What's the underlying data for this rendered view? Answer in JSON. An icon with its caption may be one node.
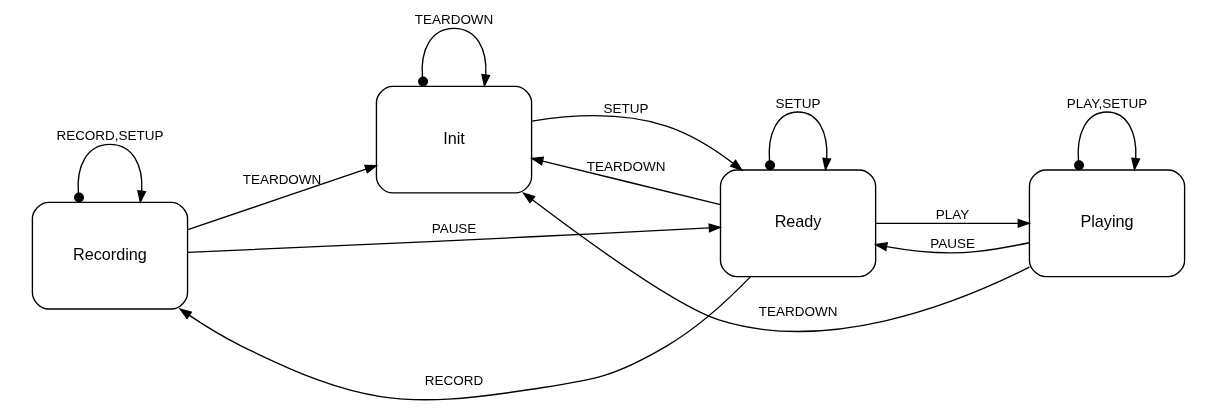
{
  "diagram": {
    "nodes": [
      {
        "text": [
          "Recording"
        ]
      },
      {
        "text": [
          "Init"
        ]
      },
      {
        "text": [
          "Ready"
        ]
      },
      {
        "text": [
          "Playing"
        ]
      }
    ],
    "edges": [
      {
        "from": 2,
        "to": 0,
        "arrow": "to",
        "label": "RECORD"
      },
      {
        "from": 0,
        "to": 0,
        "arrow": "to",
        "label": "RECORD,SETUP"
      },
      {
        "from": 0,
        "to": 1,
        "arrow": "to",
        "label": "TEARDOWN"
      },
      {
        "from": 1,
        "to": 2,
        "arrow": "to",
        "label": "SETUP"
      },
      {
        "from": 2,
        "to": 3,
        "arrow": "to",
        "label": "PLAY"
      },
      {
        "from": 2,
        "to": 1,
        "arrow": "to",
        "label": "TEARDOWN"
      },
      {
        "from": 3,
        "to": 2,
        "arrow": "to",
        "label": "PAUSE"
      },
      {
        "from": 3,
        "to": 3,
        "arrow": "to",
        "label": "PLAY,SETUP"
      },
      {
        "from": 1,
        "to": 1,
        "arrow": "to",
        "label": "TEARDOWN"
      },
      {
        "from": 2,
        "to": 2,
        "arrow": "to",
        "label": "SETUP"
      },
      {
        "from": 0,
        "to": 2,
        "arrow": "to",
        "label": "PAUSE"
      },
      {
        "from": 3,
        "to": 1,
        "arrow": "to",
        "label": "TEARDOWN"
      }
    ]
  }
}
